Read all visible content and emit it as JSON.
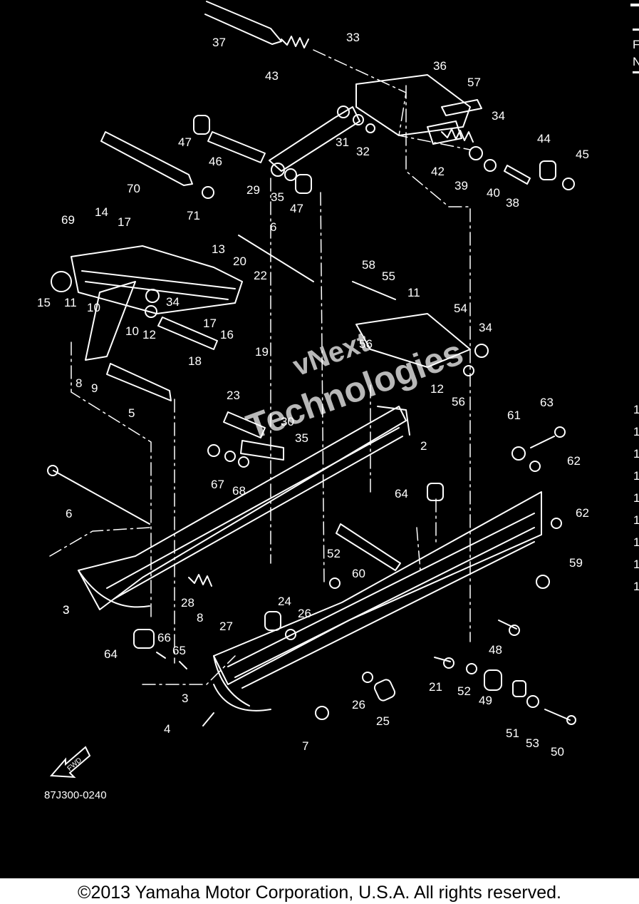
{
  "diagram": {
    "ref_code": "87J300-0240",
    "fwd_label": "FWD",
    "watermark_line1": "vNext",
    "watermark_line2": "Technologies",
    "edge_marks": [
      "F",
      "N"
    ],
    "edge_digit_marks": [
      "1",
      "1",
      "1",
      "1",
      "1",
      "1",
      "1",
      "1",
      "1"
    ],
    "labels": [
      "37",
      "43",
      "33",
      "36",
      "57",
      "34",
      "44",
      "45",
      "47",
      "46",
      "31",
      "32",
      "42",
      "39",
      "40",
      "38",
      "70",
      "29",
      "35",
      "47",
      "71",
      "69",
      "14",
      "17",
      "6",
      "13",
      "20",
      "22",
      "15",
      "11",
      "10",
      "34",
      "17",
      "16",
      "10",
      "12",
      "18",
      "19",
      "8",
      "9",
      "5",
      "23",
      "30",
      "35",
      "67",
      "68",
      "58",
      "55",
      "11",
      "54",
      "34",
      "56",
      "12",
      "56",
      "2",
      "6",
      "63",
      "61",
      "62",
      "64",
      "62",
      "52",
      "60",
      "59",
      "28",
      "24",
      "26",
      "27",
      "8",
      "48",
      "64",
      "66",
      "65",
      "3",
      "21",
      "52",
      "26",
      "49",
      "51",
      "53",
      "4",
      "25",
      "7",
      "50",
      "3",
      "3"
    ],
    "colors": {
      "background": "#000000",
      "ink": "#ffffff",
      "watermark": "rgba(255,255,255,0.72)"
    }
  },
  "footer": {
    "copyright": "©2013 Yamaha Motor Corporation, U.S.A. All rights reserved."
  }
}
